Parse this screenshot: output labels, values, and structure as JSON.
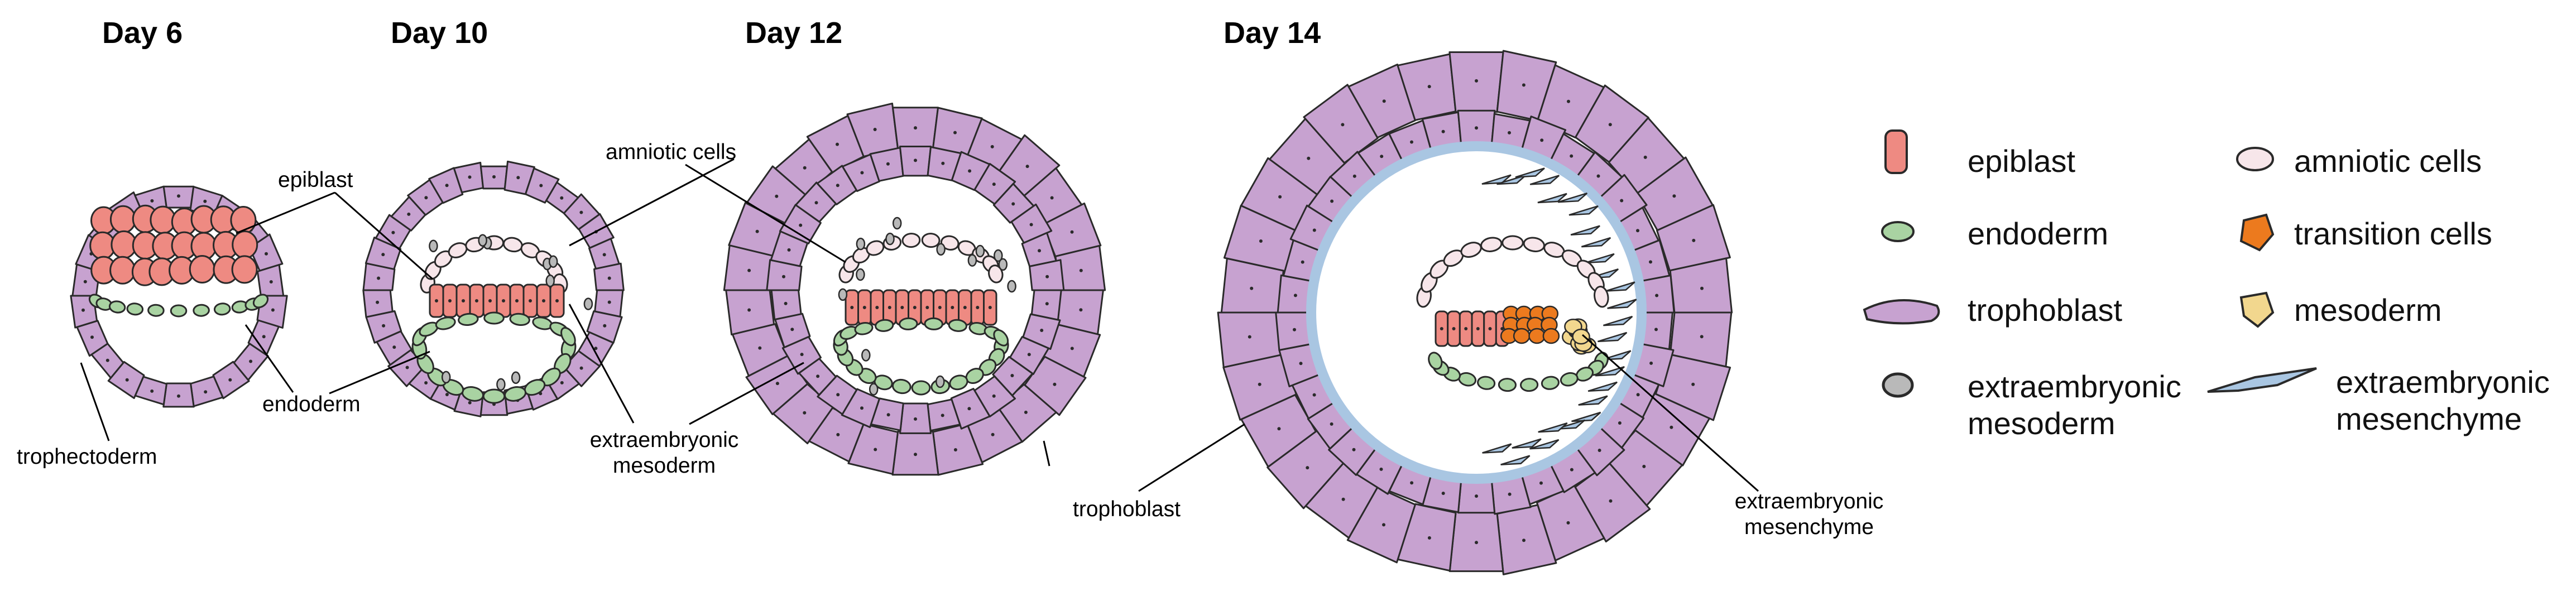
{
  "stages": {
    "d6": "Day 6",
    "d10": "Day 10",
    "d12": "Day 12",
    "d14": "Day 14"
  },
  "labels": {
    "epiblast": "epiblast",
    "endoderm": "endoderm",
    "trophectoderm": "trophectoderm",
    "amniotic": "amniotic cells",
    "exm_line1": "extraembryonic",
    "exm_line2": "mesoderm",
    "trophoblast": "trophoblast",
    "exmes_line1": "extraembryonic",
    "exmes_line2": "mesenchyme"
  },
  "legend": {
    "epiblast": "epiblast",
    "endoderm": "endoderm",
    "trophoblast": "trophoblast",
    "exm_line1": "extraembryonic",
    "exm_line2": "mesoderm",
    "amniotic": "amniotic cells",
    "transition": "transition cells",
    "mesoderm": "mesoderm",
    "exmes_line1": "extraembryonic",
    "exmes_line2": "mesenchyme"
  },
  "colors": {
    "epiblast": "#ee8a82",
    "endoderm": "#a9d3a2",
    "trophoblast": "#c7a2d0",
    "exm_mesoderm": "#b9b9b9",
    "amniotic": "#f7e6ea",
    "transition": "#ec7a1e",
    "mesoderm": "#f2d78e",
    "mesenchyme": "#a9c6e2",
    "outline": "#2a2a2a"
  }
}
